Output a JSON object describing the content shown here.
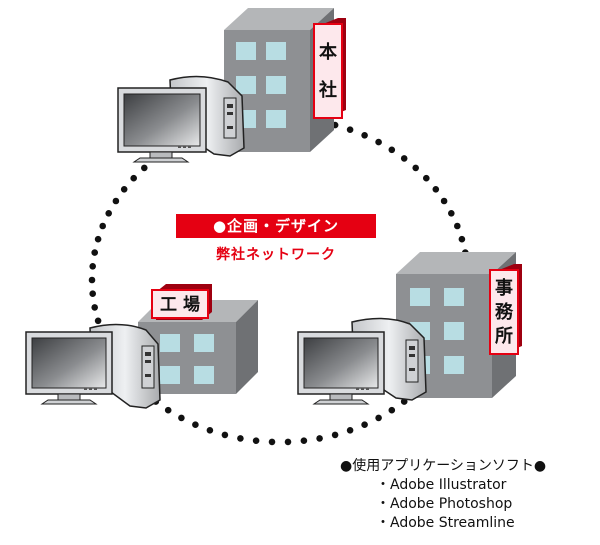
{
  "buildings": {
    "hq": {
      "label_chars": [
        "本",
        "社"
      ]
    },
    "office": {
      "label_chars": [
        "事",
        "務",
        "所"
      ]
    },
    "factory": {
      "label": "工 場"
    }
  },
  "network": {
    "banner": "●企画・デザイン",
    "subtitle": "弊社ネットワーク"
  },
  "software": {
    "heading": "●使用アプリケーションソフト●",
    "items": [
      "・Adobe Illustrator",
      "・Adobe Photoshop",
      "・Adobe Streamline"
    ]
  },
  "colors": {
    "accent": "#e50012",
    "label_bg": "#fde8ec",
    "building_front": "#8e9093",
    "building_side": "#6f7174",
    "building_top": "#b4b6b8",
    "window": "#b8dde3",
    "computer_body": "#d9dbde",
    "monitor_screen": "#6d6f72"
  },
  "icons": [
    "building-icon",
    "computer-icon",
    "monitor-icon"
  ]
}
